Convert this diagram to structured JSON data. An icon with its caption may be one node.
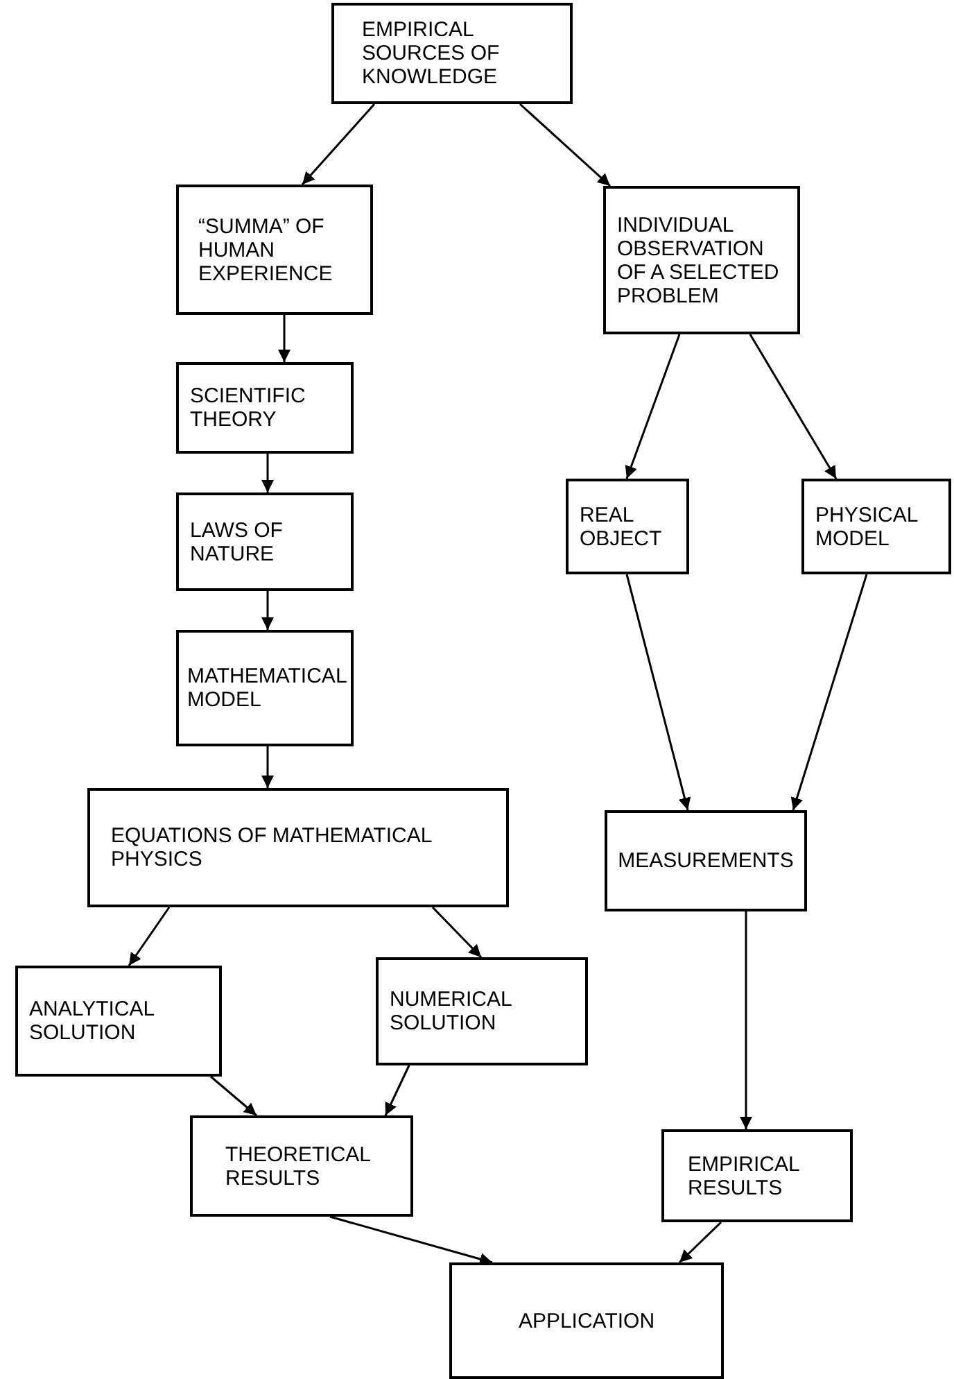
{
  "diagram": {
    "nodes": [
      {
        "text": [
          "EMPIRICAL SOURCES OF KNOWLEDGE"
        ]
      },
      {
        "text": [
          "“SUMMA” OF HUMAN EXPERIENCE"
        ]
      },
      {
        "text": [
          "INDIVIDUAL OBSERVATION OF A SELECTED PROBLEM"
        ]
      },
      {
        "text": [
          "SCIENTIFIC THEORY"
        ]
      },
      {
        "text": [
          "LAWS OF NATURE"
        ]
      },
      {
        "text": [
          "MATHEMATICAL MODEL"
        ]
      },
      {
        "text": [
          "REAL OBJECT"
        ]
      },
      {
        "text": [
          "PHYSICAL MODEL"
        ]
      },
      {
        "text": [
          "EQUATIONS OF MATHEMATICAL PHYSICS"
        ]
      },
      {
        "text": [
          "MEASUREMENTS"
        ]
      },
      {
        "text": [
          "ANALYTICAL SOLUTION"
        ]
      },
      {
        "text": [
          "NUMERICAL SOLUTION"
        ]
      },
      {
        "text": [
          "THEORETICAL RESULTS"
        ]
      },
      {
        "text": [
          "EMPIRICAL RESULTS"
        ]
      },
      {
        "text": [
          "APPLICATION"
        ]
      }
    ],
    "edges": [
      {
        "from": 0,
        "to": 1,
        "arrow": "to"
      },
      {
        "from": 0,
        "to": 2,
        "arrow": "to"
      },
      {
        "from": 1,
        "to": 3,
        "arrow": "to"
      },
      {
        "from": 3,
        "to": 4,
        "arrow": "to"
      },
      {
        "from": 4,
        "to": 5,
        "arrow": "to"
      },
      {
        "from": 5,
        "to": 8,
        "arrow": "to"
      },
      {
        "from": 2,
        "to": 6,
        "arrow": "to"
      },
      {
        "from": 2,
        "to": 7,
        "arrow": "to"
      },
      {
        "from": 6,
        "to": 9,
        "arrow": "to"
      },
      {
        "from": 7,
        "to": 9,
        "arrow": "to"
      },
      {
        "from": 8,
        "to": 10,
        "arrow": "to"
      },
      {
        "from": 8,
        "to": 11,
        "arrow": "to"
      },
      {
        "from": 10,
        "to": 12,
        "arrow": "to"
      },
      {
        "from": 11,
        "to": 12,
        "arrow": "to"
      },
      {
        "from": 9,
        "to": 13,
        "arrow": "to"
      },
      {
        "from": 12,
        "to": 14,
        "arrow": "to"
      },
      {
        "from": 13,
        "to": 14,
        "arrow": "to"
      }
    ]
  }
}
